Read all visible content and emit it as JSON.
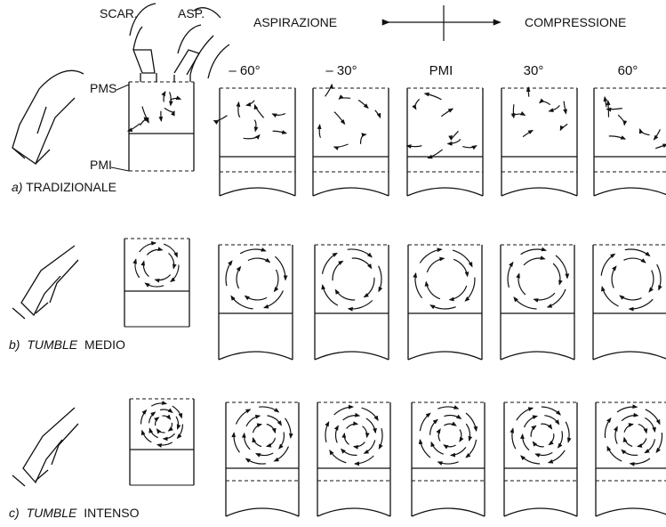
{
  "colors": {
    "ink": "#111111",
    "paper": "#ffffff"
  },
  "header": {
    "aspirazione": "ASPIRAZIONE",
    "compressione": "COMPRESSIONE",
    "arrow_icon": "double-arrow-icon"
  },
  "engine_labels": {
    "scar": "SCAR.",
    "asp": "ASP.",
    "pms": "PMS",
    "pmi": "PMI"
  },
  "columns": [
    {
      "label": "– 60°"
    },
    {
      "label": "– 30°"
    },
    {
      "label": "PMI"
    },
    {
      "label": "30°"
    },
    {
      "label": "60°"
    }
  ],
  "rows": [
    {
      "letter": "a)",
      "name_italic": "",
      "name_rest": "TRADIZIONALE",
      "pattern": "chaotic"
    },
    {
      "letter": "b)",
      "name_italic": "TUMBLE",
      "name_rest": "MEDIO",
      "pattern": "medium-tumble"
    },
    {
      "letter": "c)",
      "name_italic": "TUMBLE",
      "name_rest": "INTENSO",
      "pattern": "intense-tumble"
    }
  ]
}
